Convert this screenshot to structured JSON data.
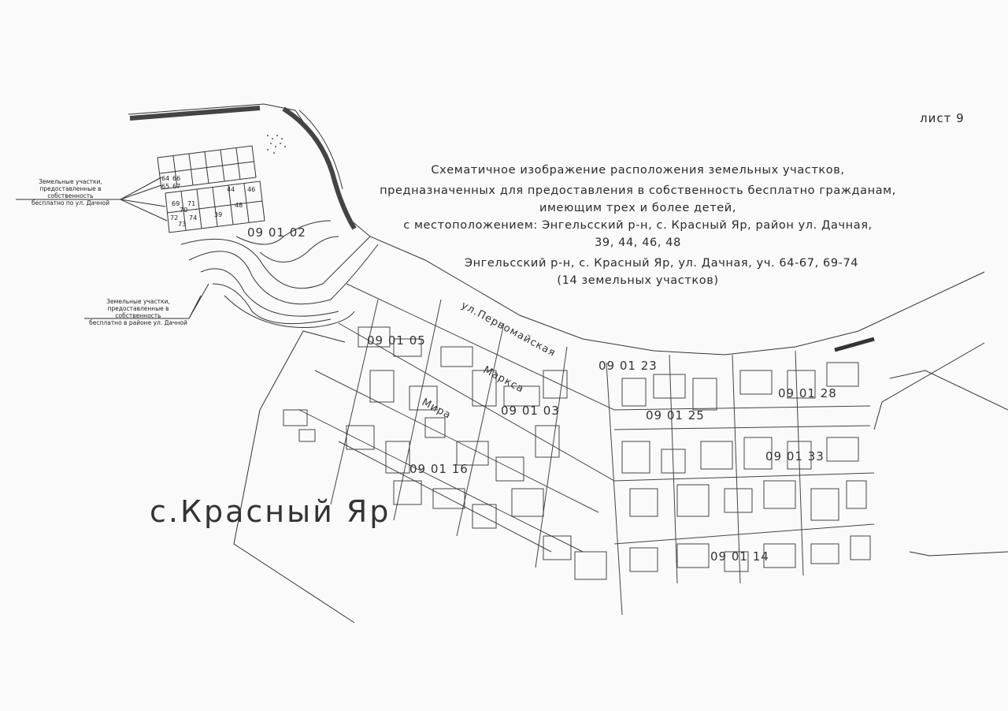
{
  "sheet_label": "лист 9",
  "title": {
    "line1": "Схематичное изображение расположения земельных участков,",
    "line2": "предназначенных для предоставления в собственность бесплатно гражданам,",
    "line3": "имеющим трех и более детей,",
    "line4": "с местоположением: Энгельсский р-н, с. Красный Яр, район ул. Дачная,",
    "line5": "39, 44, 46, 48",
    "line6": "Энгельсский р-н, с. Красный Яр, ул. Дачная, уч. 64-67, 69-74",
    "line7": "(14 земельных участков)"
  },
  "callout_dachnaya": {
    "line1": "Земельные участки,",
    "line2": "предоставленные в собственность",
    "line3": "бесплатно по ул. Дачной"
  },
  "callout_dachnaya_area": {
    "line1": "Земельные участки,",
    "line2": "предоставленные в собственность",
    "line3": "бесплатно в районе ул. Дачной"
  },
  "settlement_name": "с.Красный Яр",
  "block_codes": {
    "b0102": "09 01 02",
    "b0105": "09 01 05",
    "b0103": "09 01 03",
    "b0116": "09 01 16",
    "b0123": "09 01 23",
    "b0125": "09 01 25",
    "b0128": "09 01 28",
    "b0133": "09 01 33",
    "b0114": "09 01 14"
  },
  "streets": {
    "pervomayskaya": "ул.Первомайская",
    "marksa": "Маркса",
    "mira": "Мира"
  },
  "lot_numbers": {
    "n1": "44",
    "n2": "46",
    "n3": "39",
    "n4": "48",
    "n5": "64",
    "n6": "65",
    "n7": "66",
    "n8": "67",
    "n9": "69",
    "n10": "70",
    "n11": "71",
    "n12": "72",
    "n13": "73",
    "n14": "74"
  }
}
